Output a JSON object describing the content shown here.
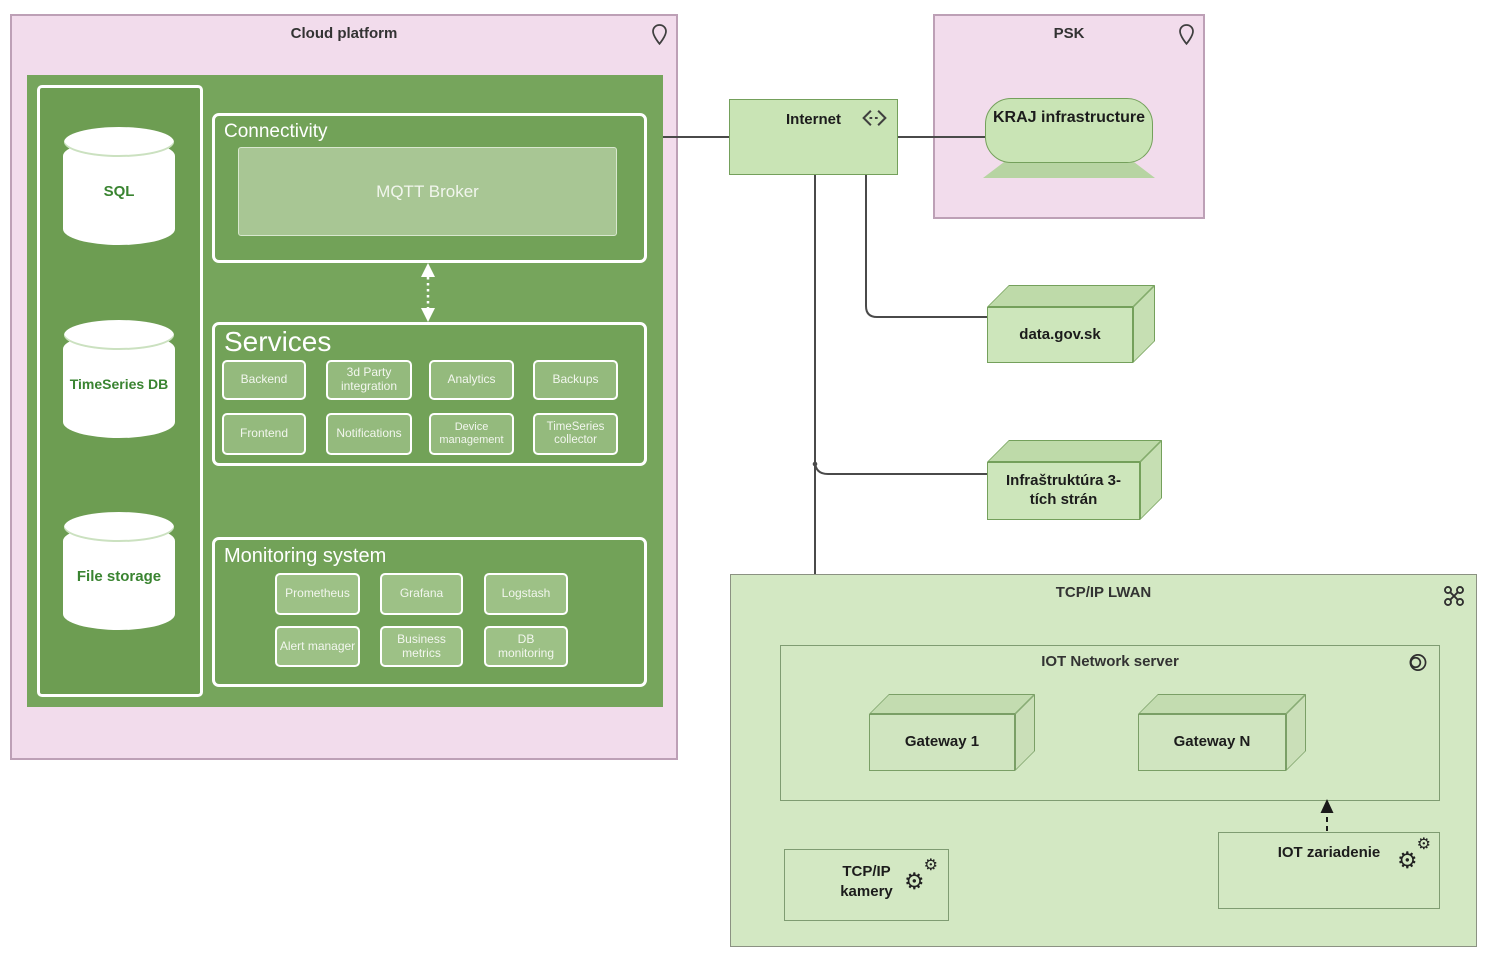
{
  "colors": {
    "pink_fill": "#f2dcec",
    "pink_border": "#bda0b6",
    "platform_green": "#76a55c",
    "panel_green": "#72a258",
    "button_green": "#94ba7d",
    "mqtt_green": "#a8c694",
    "node_green": "#c9e4b5",
    "node_border": "#74a05b",
    "lwan_green": "#d3e8c3",
    "line_gray": "#4a4a4a"
  },
  "cloud_platform": {
    "title": "Cloud platform",
    "storage": [
      "SQL",
      "TimeSeries DB",
      "File storage"
    ],
    "connectivity": {
      "title": "Connectivity",
      "broker": "MQTT Broker"
    },
    "services": {
      "title": "Services",
      "buttons": [
        "Backend",
        "3d Party integration",
        "Analytics",
        "Backups",
        "Frontend",
        "Notifications",
        "Device management",
        "TimeSeries collector"
      ]
    },
    "monitoring": {
      "title": "Monitoring system",
      "buttons": [
        "Prometheus",
        "Grafana",
        "Logstash",
        "Alert manager",
        "Business metrics",
        "DB monitoring"
      ]
    }
  },
  "internet": {
    "label": "Internet"
  },
  "psk": {
    "title": "PSK",
    "kraj": "KRAJ infrastructure"
  },
  "external_nodes": {
    "datagov": "data.gov.sk",
    "infrastruktura": "Infraštruktúra 3-\ntích strán"
  },
  "lwan": {
    "title": "TCP/IP LWAN",
    "iot_server": {
      "title": "IOT Network server",
      "gateways": [
        "Gateway 1",
        "Gateway N"
      ]
    },
    "kamery": "TCP/IP\nkamery",
    "zariadenie": "IOT zariadenie"
  }
}
